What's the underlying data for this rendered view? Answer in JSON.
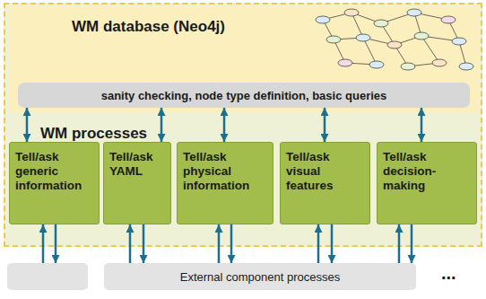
{
  "diagram": {
    "nodes": [
      {
        "text": [
          "WM processes"
        ]
      },
      {
        "text": [
          "WM database (Neo4j)"
        ],
        "in": 0
      },
      {
        "text": [
          "sanity checking, node type definition, basic queries"
        ],
        "in": 1
      },
      {
        "text": [
          "Tell/ask generic information"
        ],
        "in": 0
      },
      {
        "text": [
          "Tell/ask YAML"
        ],
        "in": 0
      },
      {
        "text": [
          "Tell/ask physical information"
        ],
        "in": 0
      },
      {
        "text": [
          "Tell/ask visual features"
        ],
        "in": 0
      },
      {
        "text": [
          "Tell/ask decision-making"
        ],
        "in": 0
      },
      {
        "text": [
          "External component processes"
        ]
      }
    ],
    "edges": [
      {
        "from": 2,
        "to": 3,
        "arrow": "both"
      },
      {
        "from": 2,
        "to": 4,
        "arrow": "both"
      },
      {
        "from": 2,
        "to": 5,
        "arrow": "both"
      },
      {
        "from": 2,
        "to": 6,
        "arrow": "both"
      },
      {
        "from": 2,
        "to": 7,
        "arrow": "both"
      },
      {
        "from": 8,
        "to": 4,
        "arrow": "to"
      },
      {
        "from": 4,
        "to": 8,
        "arrow": "to"
      },
      {
        "from": 8,
        "to": 5,
        "arrow": "to"
      },
      {
        "from": 5,
        "to": 8,
        "arrow": "to"
      },
      {
        "from": 8,
        "to": 6,
        "arrow": "to"
      },
      {
        "from": 6,
        "to": 8,
        "arrow": "to"
      },
      {
        "from": 8,
        "to": 7,
        "arrow": "to"
      },
      {
        "from": 7,
        "to": 8,
        "arrow": "to"
      }
    ],
    "labels": [
      "..."
    ]
  }
}
